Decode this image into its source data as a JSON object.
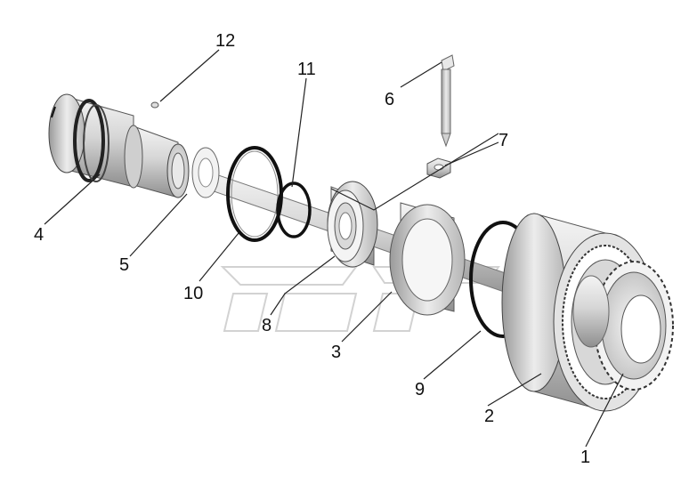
{
  "callouts": [
    {
      "id": "12",
      "text": "12"
    },
    {
      "id": "11",
      "text": "11"
    },
    {
      "id": "6",
      "text": "6"
    },
    {
      "id": "7",
      "text": "7"
    },
    {
      "id": "4",
      "text": "4"
    },
    {
      "id": "5",
      "text": "5"
    },
    {
      "id": "10",
      "text": "10"
    },
    {
      "id": "8",
      "text": "8"
    },
    {
      "id": "3",
      "text": "3"
    },
    {
      "id": "9",
      "text": "9"
    },
    {
      "id": "2",
      "text": "2"
    },
    {
      "id": "1",
      "text": "1"
    }
  ],
  "colors": {
    "part_light": "#f0f0f0",
    "part_mid": "#c8c8c8",
    "part_dark": "#8a8a8a",
    "ring_black": "#111111",
    "watermark": "#cfcfcf"
  }
}
